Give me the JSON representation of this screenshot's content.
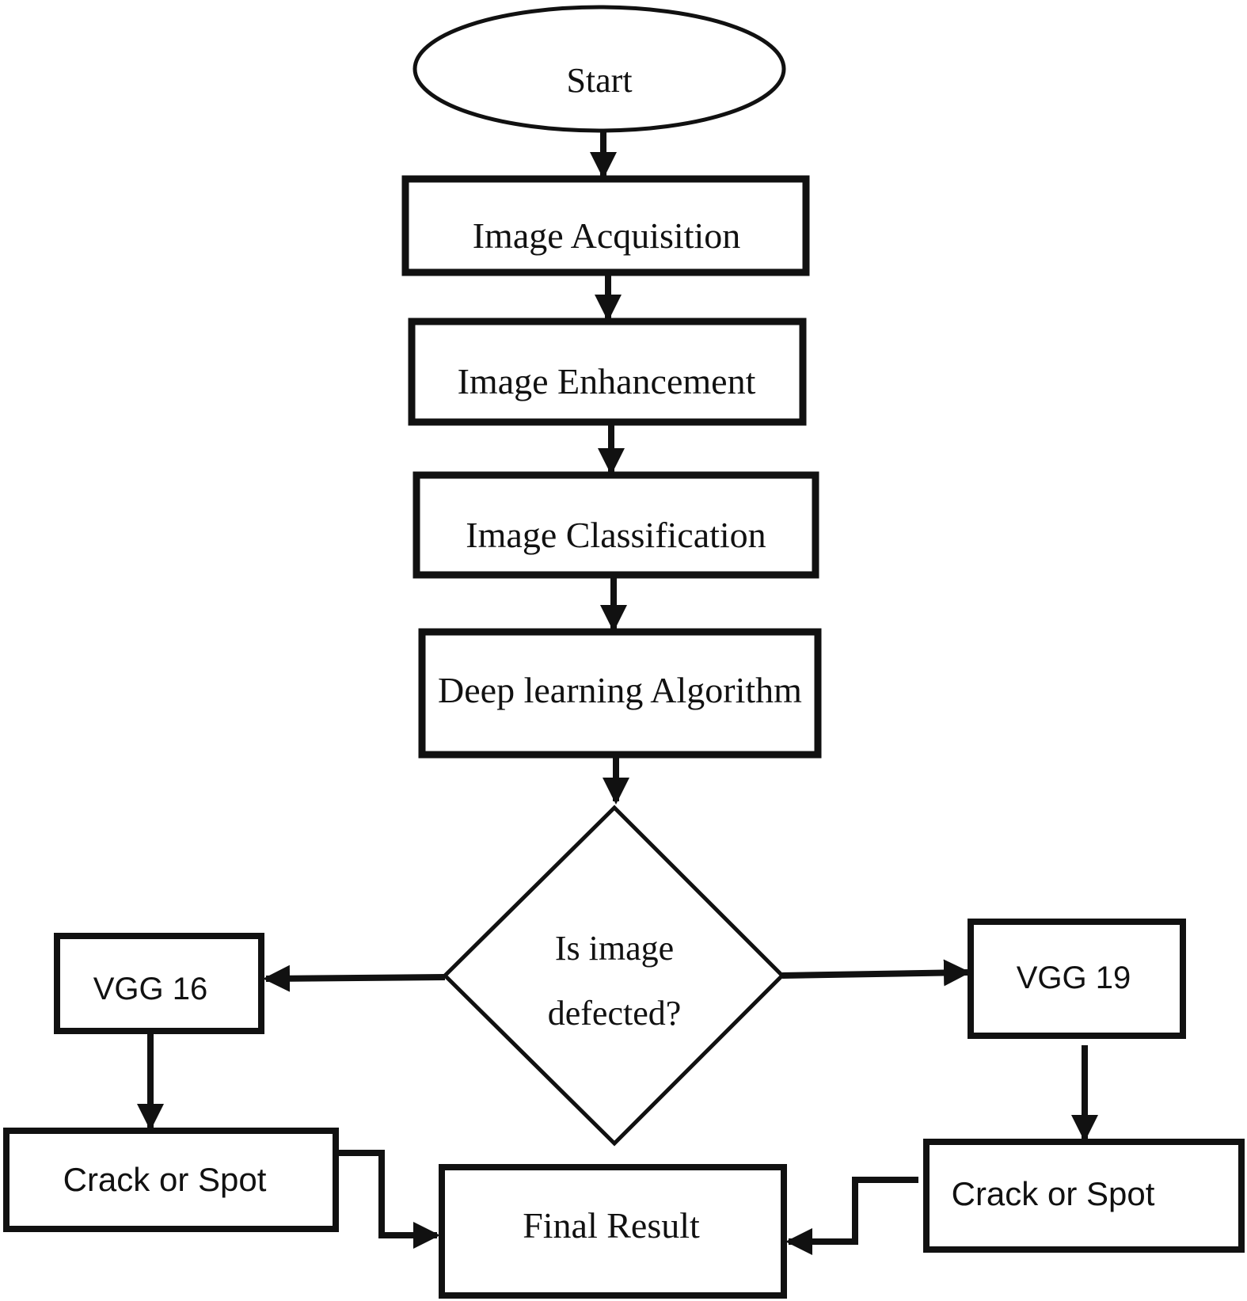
{
  "nodes": {
    "start": "Start",
    "image_acquisition": "Image Acquisition",
    "image_enhancement": "Image Enhancement",
    "image_classification": "Image Classification",
    "deep_learning": "Deep learning Algorithm",
    "decision": {
      "line1": "Is image",
      "line2": "defected?"
    },
    "vgg16": "VGG 16",
    "vgg19": "VGG 19",
    "crack_or_spot_left": "Crack or Spot",
    "crack_or_spot_right": "Crack or Spot",
    "final_result": "Final Result"
  },
  "colors": {
    "stroke": "#111111",
    "fill": "#ffffff"
  }
}
